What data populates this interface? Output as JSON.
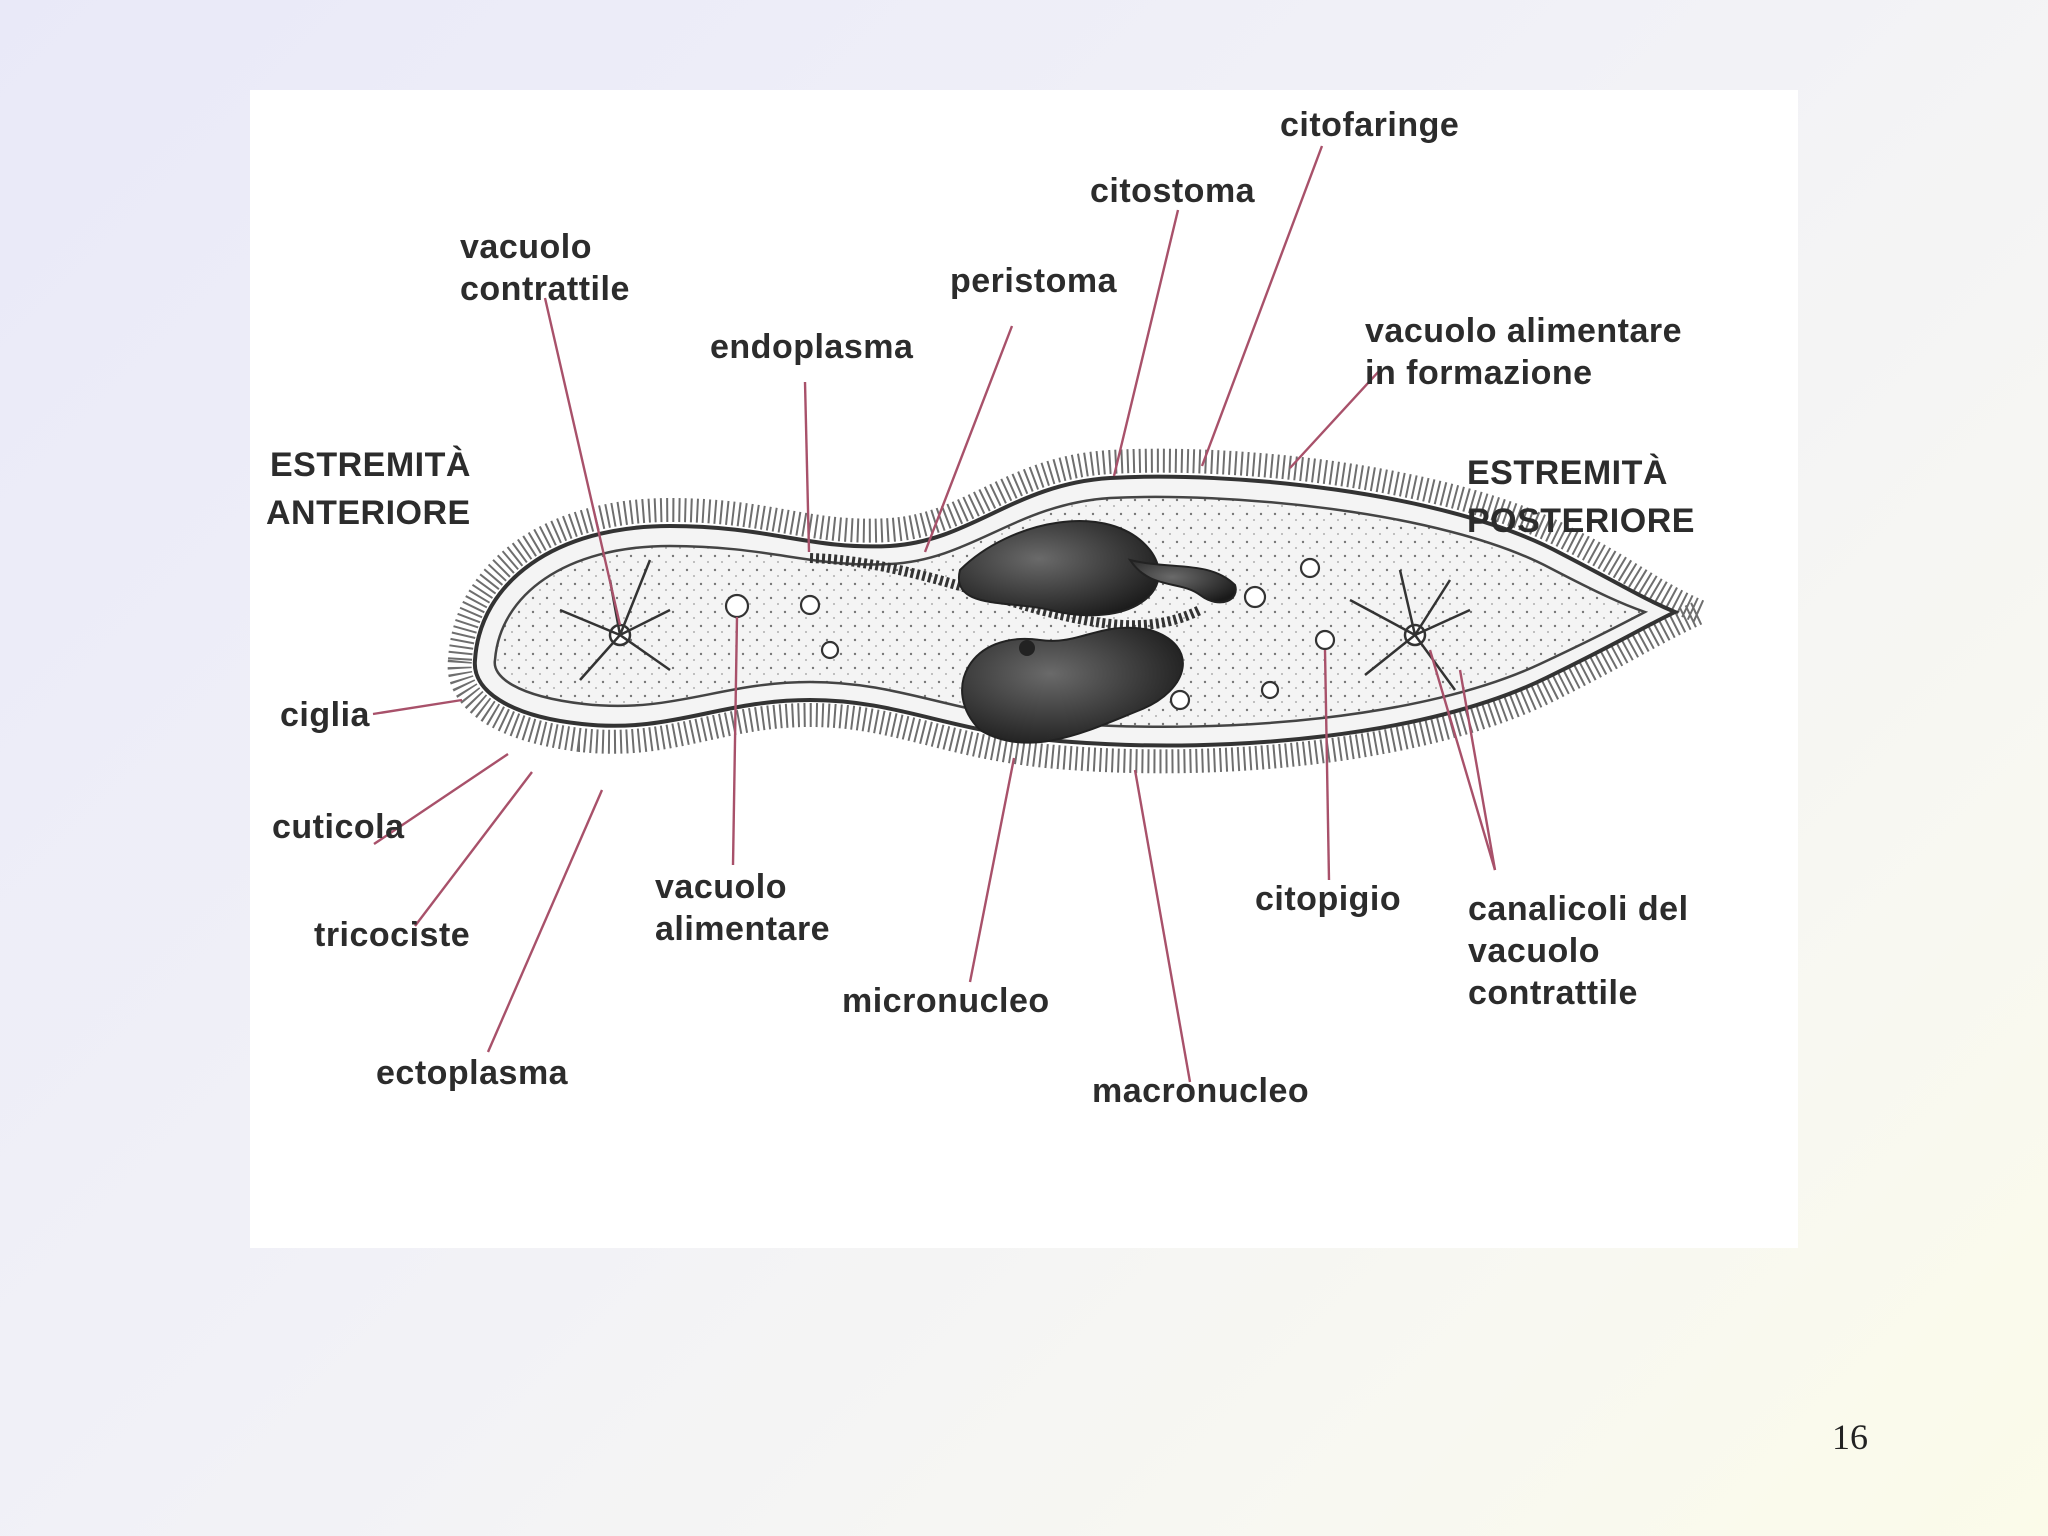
{
  "labels": {
    "citofaringe": "citofaringe",
    "citostoma": "citostoma",
    "vacuolo_contrattile_1": "vacuolo",
    "vacuolo_contrattile_2": "contrattile",
    "peristoma": "peristoma",
    "endoplasma": "endoplasma",
    "vacuolo_formazione_1": "vacuolo alimentare",
    "vacuolo_formazione_2": "in formazione",
    "anteriore_1": "ESTREMITÀ",
    "anteriore_2": "ANTERIORE",
    "posteriore_1": "ESTREMITÀ",
    "posteriore_2": "POSTERIORE",
    "ciglia": "ciglia",
    "cuticola": "cuticola",
    "tricociste": "tricociste",
    "ectoplasma": "ectoplasma",
    "vacuolo_alimentare_1": "vacuolo",
    "vacuolo_alimentare_2": "alimentare",
    "micronucleo": "micronucleo",
    "macronucleo": "macronucleo",
    "citopigio": "citopigio",
    "canalicoli_1": "canalicoli del",
    "canalicoli_2": "vacuolo",
    "canalicoli_3": "contrattile"
  },
  "colors": {
    "leader": "#a8516a",
    "text": "#2c2c2c",
    "outline": "#333333"
  },
  "page_number": "16"
}
